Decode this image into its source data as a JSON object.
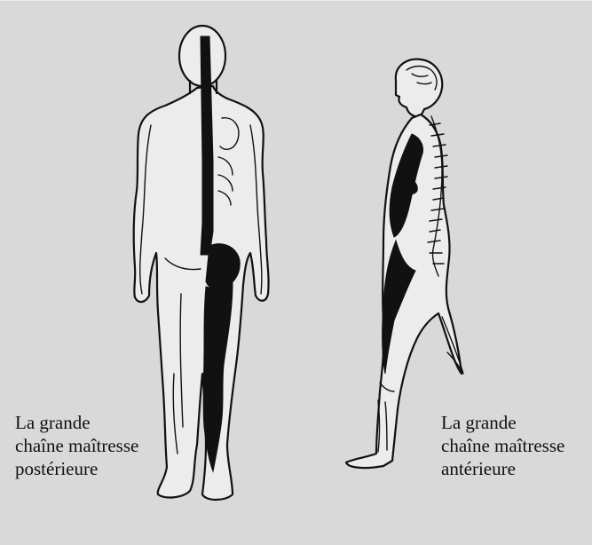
{
  "captions": {
    "posterior": {
      "line1": "La grande",
      "line2": "chaîne maîtresse",
      "line3": "postérieure"
    },
    "anterior": {
      "line1": "La grande",
      "line2": "chaîne maîtresse",
      "line3": "antérieure"
    }
  },
  "colors": {
    "background": "#d9d9d9",
    "ink": "#111111"
  }
}
